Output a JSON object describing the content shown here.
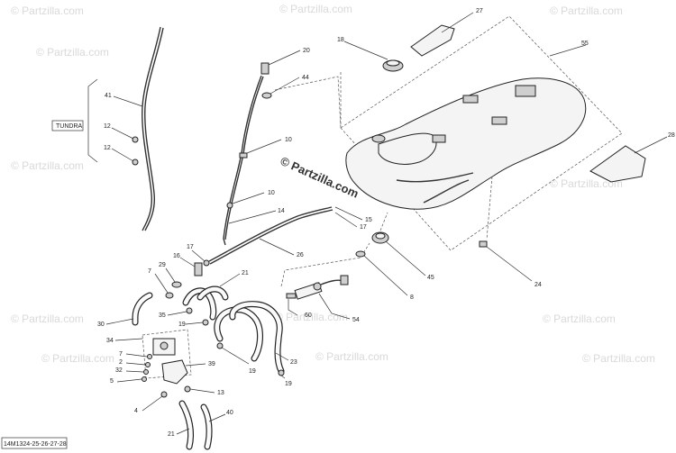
{
  "watermarks": [
    "© Partzilla.com"
  ],
  "central_watermark": "© Partzilla.com",
  "diagram_code": "14M1324-25-26-27-28",
  "tundra_label": "TUNDRA",
  "callouts": {
    "c27": "27",
    "c55": "55",
    "c18": "18",
    "c20": "20",
    "c44": "44",
    "c41": "41",
    "c12a": "12",
    "c12b": "12",
    "c10a": "10",
    "c10b": "10",
    "c14": "14",
    "c15": "15",
    "c17a": "17",
    "c17b": "17",
    "c26": "26",
    "c28": "28",
    "c16": "16",
    "c29": "29",
    "c7a": "7",
    "c21a": "21",
    "c35": "35",
    "c19a": "19",
    "c30": "30",
    "c34": "34",
    "c7b": "7",
    "c2": "2",
    "c32": "32",
    "c5": "5",
    "c39": "39",
    "c13": "13",
    "c4": "4",
    "c40": "40",
    "c21b": "21",
    "c19b": "19",
    "c19c": "19",
    "c23": "23",
    "c60": "60",
    "c54": "54",
    "c8": "8",
    "c45": "45",
    "c24": "24"
  }
}
